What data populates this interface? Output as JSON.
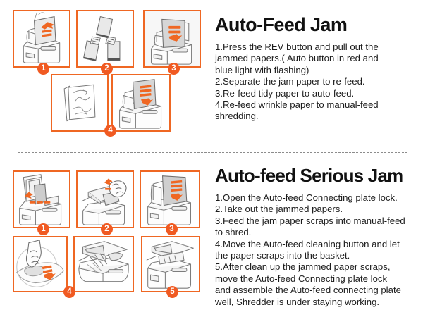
{
  "sections": [
    {
      "id": "auto-feed-jam",
      "heading": "Auto-Feed Jam",
      "steps": [
        "1.Press the REV button and pull out the",
        "jammed papers.( Auto button in red and",
        "blue light with flashing)",
        "2.Separate the jam paper to re-feed.",
        "3.Re-feed tidy paper to auto-feed.",
        "4.Re-feed wrinkle paper to manual-feed",
        "shredding."
      ],
      "panels": [
        {
          "badge": "1",
          "caption": "shredder-paper-pull-up"
        },
        {
          "badge": "2",
          "caption": "separating-jammed-papers"
        },
        {
          "badge": "3",
          "caption": "re-feed-tidy-paper-auto-feed"
        },
        {
          "badge": "",
          "caption": "wrinkled-paper-sheet"
        },
        {
          "badge": "4",
          "caption": "re-feed-wrinkle-paper-manual-feed"
        }
      ]
    },
    {
      "id": "auto-feed-serious-jam",
      "heading": "Auto-feed Serious Jam",
      "steps": [
        "1.Open the Auto-feed Connecting plate lock.",
        "2.Take out the jammed papers.",
        "3.Feed the jam paper scraps into manual-feed",
        "to shred.",
        "4.Move the Auto-feed cleaning button and let",
        "the paper scraps into the basket.",
        "5.After clean up the jammed paper scraps,",
        "move the Auto-feed Connecting plate lock",
        "and assemble the Auto-feed connecting plate",
        "well, Shredder is under staying working."
      ],
      "panels": [
        {
          "badge": "1",
          "caption": "open-auto-feed-connecting-plate-lock"
        },
        {
          "badge": "2",
          "caption": "take-out-jammed-papers"
        },
        {
          "badge": "3",
          "caption": "feed-scraps-into-manual-feed"
        },
        {
          "badge": "",
          "caption": "auto-feed-cleaning-button-press"
        },
        {
          "badge": "4",
          "caption": "paper-scraps-into-basket"
        },
        {
          "badge": "5",
          "caption": "reassemble-connecting-plate"
        }
      ]
    }
  ],
  "colors": {
    "panel_border": "#ef6723",
    "badge_fill": "#f05a22",
    "badge_text": "#ffffff",
    "arrow_orange": "#ef6723",
    "divider": "#8c8c8c",
    "heading_text": "#111111",
    "body_text": "#1c1c1c",
    "background": "#ffffff"
  },
  "divider": {
    "style": "dashed"
  }
}
